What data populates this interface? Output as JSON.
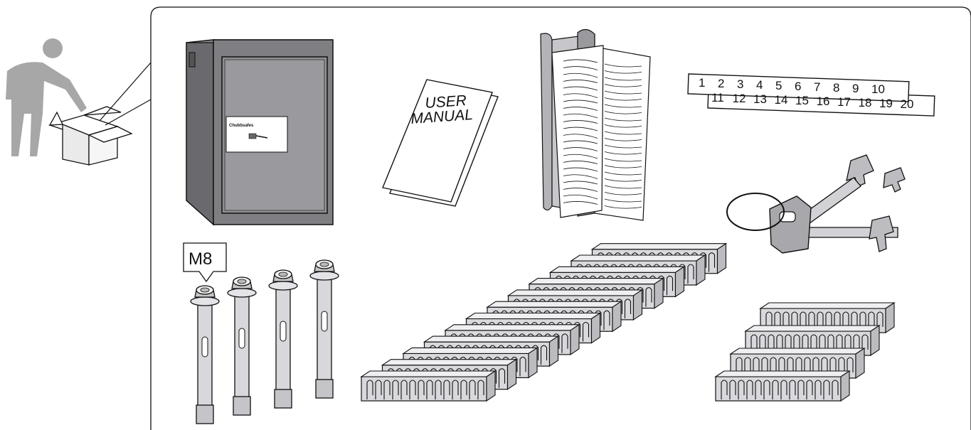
{
  "manual": {
    "title_line1": "USER",
    "title_line2": "MANUAL"
  },
  "cabinet": {
    "brand_label": "Chubbsafes"
  },
  "labels": {
    "row1": [
      "1",
      "2",
      "3",
      "4",
      "5",
      "6",
      "7",
      "8",
      "9",
      "10"
    ],
    "row2": [
      "11",
      "12",
      "13",
      "14",
      "15",
      "16",
      "17",
      "18",
      "19",
      "20"
    ]
  },
  "bolts": {
    "size_callout": "M8",
    "count": 4
  },
  "hook_strips": {
    "large_group_count": 12,
    "small_group_count": 4
  },
  "colors": {
    "cabinet_body": "#7f7f83",
    "cabinet_side": "#6a6a6e",
    "cabinet_door": "#9a9a9e",
    "person": "#a7a7a7",
    "line": "#111111"
  }
}
